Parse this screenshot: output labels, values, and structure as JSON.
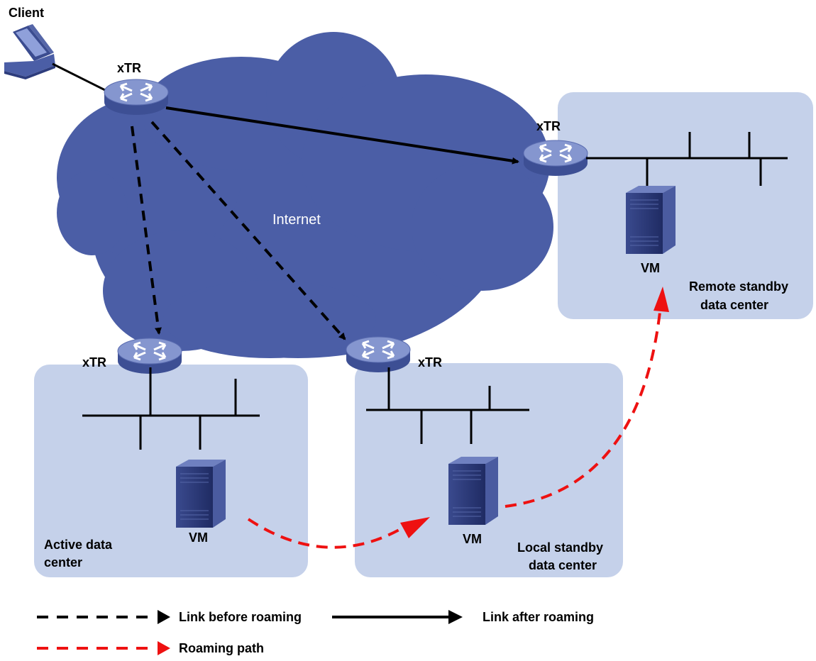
{
  "colors": {
    "cloud": "#4b5ea6",
    "panel": "#c5d1ea",
    "router_top": "#7d8fc9",
    "router_side": "#3d4f94",
    "server_front": "#2d3c7c",
    "server_side": "#5a6cb0",
    "roaming": "#ee1111",
    "link": "#000000"
  },
  "client": {
    "label": "Client",
    "icon": "desktop-computer-icon"
  },
  "cloud": {
    "label": "Internet"
  },
  "routers": {
    "client_side": "xTR",
    "active": "xTR",
    "local": "xTR",
    "remote": "xTR"
  },
  "data_centers": {
    "active": {
      "line1": "Active data",
      "line2": "center",
      "vm_label": "VM"
    },
    "local": {
      "line1": "Local standby",
      "line2": "data center",
      "vm_label": "VM"
    },
    "remote": {
      "line1": "Remote standby",
      "line2": "data center",
      "vm_label": "VM"
    }
  },
  "legend": {
    "before": "Link before roaming",
    "after": "Link after roaming",
    "roaming": "Roaming path"
  }
}
